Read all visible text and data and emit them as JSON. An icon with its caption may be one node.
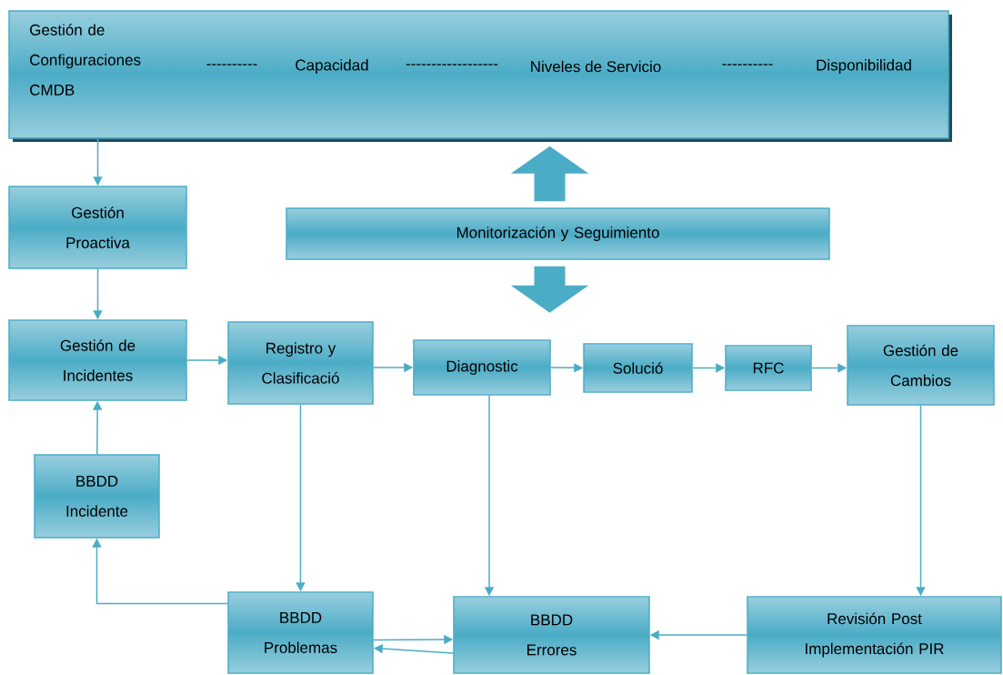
{
  "diagram": {
    "nodes": [
      {
        "text": [
          "Gestión de Configuraciones CMDB",
          "----------",
          "Capacidad",
          "------------------",
          "Niveles de Servicio",
          "----------",
          "Disponibilidad"
        ]
      },
      {
        "text": [
          "Gestión Proactiva"
        ]
      },
      {
        "text": [
          "Monitorización y Seguimiento"
        ]
      },
      {
        "text": [
          "Gestión de Incidentes"
        ]
      },
      {
        "text": [
          "Registro y Clasificació"
        ]
      },
      {
        "text": [
          "Diagnostic"
        ]
      },
      {
        "text": [
          "Solució"
        ]
      },
      {
        "text": [
          "RFC"
        ]
      },
      {
        "text": [
          "Gestión de Cambios"
        ]
      },
      {
        "text": [
          "BBDD Incidente"
        ]
      },
      {
        "text": [
          "BBDD Problemas"
        ]
      },
      {
        "text": [
          "BBDD Errores"
        ]
      },
      {
        "text": [
          "Revisión Post Implementación PIR"
        ]
      }
    ],
    "edges": [
      {
        "from": 0,
        "to": 1,
        "arrow": "to"
      },
      {
        "from": 1,
        "to": 3,
        "arrow": "to"
      },
      {
        "from": 3,
        "to": 4,
        "arrow": "to"
      },
      {
        "from": 4,
        "to": 5,
        "arrow": "to"
      },
      {
        "from": 5,
        "to": 6,
        "arrow": "to"
      },
      {
        "from": 6,
        "to": 7,
        "arrow": "to"
      },
      {
        "from": 7,
        "to": 8,
        "arrow": "to"
      },
      {
        "from": 9,
        "to": 3,
        "arrow": "to"
      },
      {
        "from": 10,
        "to": 9,
        "arrow": "to"
      },
      {
        "from": 4,
        "to": 10,
        "arrow": "to"
      },
      {
        "from": 5,
        "to": 11,
        "arrow": "to"
      },
      {
        "from": 8,
        "to": 12,
        "arrow": "to"
      },
      {
        "from": 12,
        "to": 11,
        "arrow": "to"
      },
      {
        "from": 10,
        "to": 11,
        "arrow": "to"
      },
      {
        "from": 11,
        "to": 10,
        "arrow": "to"
      },
      {
        "from": 2,
        "to": 0,
        "arrow": "to",
        "style": "thick"
      },
      {
        "from": 2,
        "to": null,
        "arrow": "to",
        "style": "thick"
      }
    ]
  }
}
